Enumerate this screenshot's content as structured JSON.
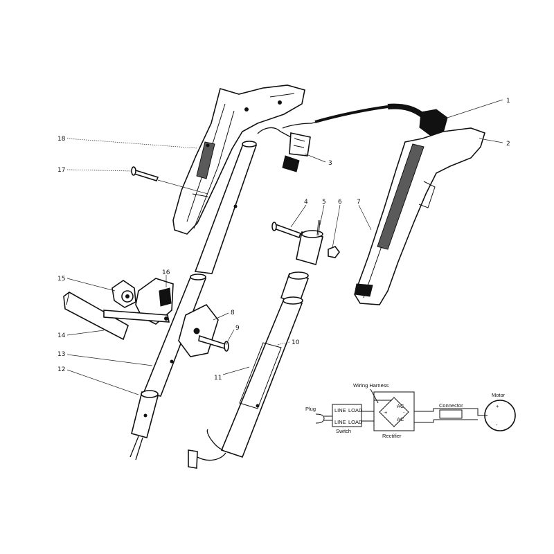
{
  "callouts": [
    "1",
    "2",
    "3",
    "4",
    "5",
    "6",
    "7",
    "8",
    "9",
    "10",
    "11",
    "12",
    "13",
    "14",
    "15",
    "16",
    "17",
    "18"
  ],
  "wiring": {
    "plug": "Plug",
    "harness": "Wiring Harness",
    "switch_line_top": "LINE",
    "switch_line_bottom": "LINE",
    "switch_load_top": "LOAD",
    "switch_load_bottom": "LOAD",
    "switch": "Switch",
    "ac_top": "AC",
    "ac_bottom": "AC",
    "plus": "+",
    "minus": "-",
    "rectifier": "Rectifier",
    "connector": "Connector",
    "motor": "Motor"
  }
}
